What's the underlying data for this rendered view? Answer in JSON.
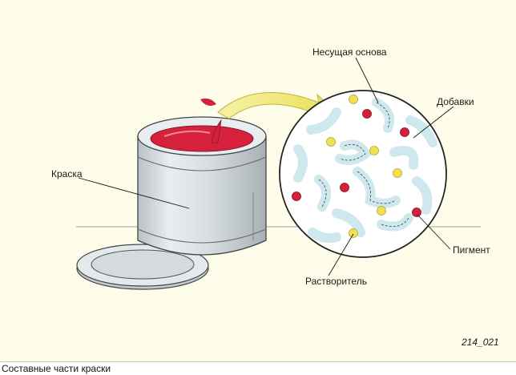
{
  "labels": {
    "paint": "Краска",
    "binder": "Несущая основа",
    "additives": "Добавки",
    "pigment": "Пигмент",
    "solvent": "Растворитель"
  },
  "figure_code": "214_021",
  "caption": "Составные части краски",
  "colors": {
    "background": "#fdfde9",
    "paint": "#d6213d",
    "can_metal": "#cfd6db",
    "arrow": "#f2ea78",
    "binder_strands": "#cfe8ee",
    "pigment_particles": "#d6213d",
    "solvent_particles": "#f0e055"
  }
}
